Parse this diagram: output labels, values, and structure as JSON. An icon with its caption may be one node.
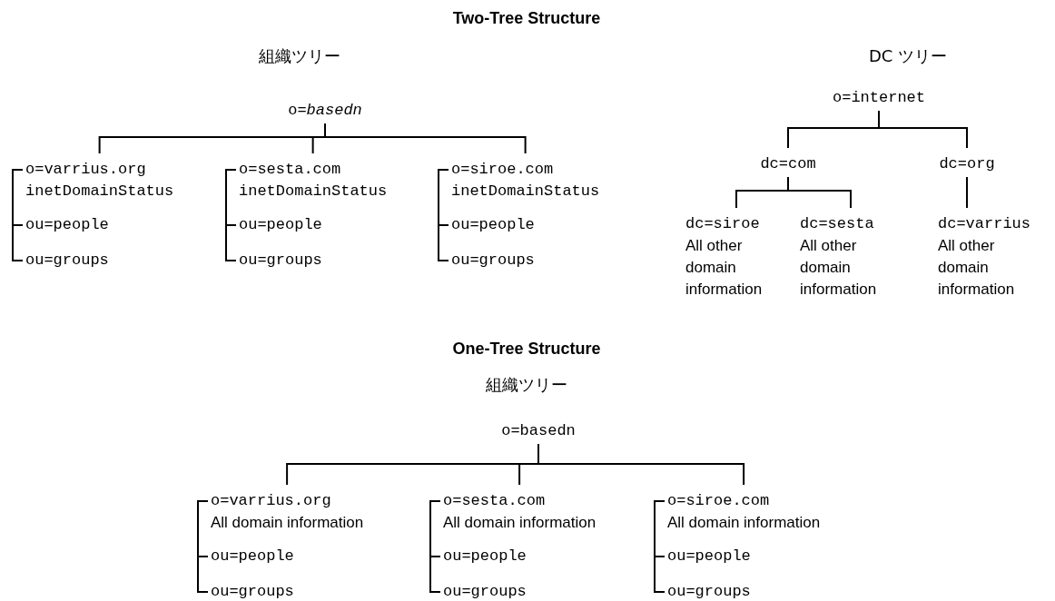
{
  "diagram": {
    "title": "Two-Tree Structure",
    "nodes": [
      {
        "text": [
          "o=*basedn*"
        ]
      },
      {
        "text": [
          "o=varrius.org",
          "inetDomainStatus"
        ]
      },
      {
        "text": [
          "ou=people"
        ]
      },
      {
        "text": [
          "ou=groups"
        ]
      },
      {
        "text": [
          "o=sesta.com",
          "inetDomainStatus"
        ]
      },
      {
        "text": [
          "ou=people"
        ]
      },
      {
        "text": [
          "ou=groups"
        ]
      },
      {
        "text": [
          "o=siroe.com",
          "inetDomainStatus"
        ]
      },
      {
        "text": [
          "ou=people"
        ]
      },
      {
        "text": [
          "ou=groups"
        ]
      },
      {
        "text": [
          "o=internet"
        ]
      },
      {
        "text": [
          "dc=com"
        ]
      },
      {
        "text": [
          "dc=org"
        ]
      },
      {
        "text": [
          "dc=siroe",
          "All other domain information"
        ]
      },
      {
        "text": [
          "dc=sesta",
          "All other domain information"
        ]
      },
      {
        "text": [
          "dc=varrius",
          "All other domain information"
        ]
      },
      {
        "text": [
          "o=basedn"
        ]
      },
      {
        "text": [
          "o=varrius.org",
          "All domain information"
        ]
      },
      {
        "text": [
          "ou=people"
        ]
      },
      {
        "text": [
          "ou=groups"
        ]
      },
      {
        "text": [
          "o=sesta.com",
          "All domain information"
        ]
      },
      {
        "text": [
          "ou=people"
        ]
      },
      {
        "text": [
          "ou=groups"
        ]
      },
      {
        "text": [
          "o=siroe.com",
          "All domain information"
        ]
      },
      {
        "text": [
          "ou=people"
        ]
      },
      {
        "text": [
          "ou=groups"
        ]
      }
    ],
    "edges": [
      {
        "from": 0,
        "to": 1,
        "arrow": "none"
      },
      {
        "from": 0,
        "to": 4,
        "arrow": "none"
      },
      {
        "from": 0,
        "to": 7,
        "arrow": "none"
      },
      {
        "from": 1,
        "to": 2,
        "arrow": "none"
      },
      {
        "from": 1,
        "to": 3,
        "arrow": "none"
      },
      {
        "from": 4,
        "to": 5,
        "arrow": "none"
      },
      {
        "from": 4,
        "to": 6,
        "arrow": "none"
      },
      {
        "from": 7,
        "to": 8,
        "arrow": "none"
      },
      {
        "from": 7,
        "to": 9,
        "arrow": "none"
      },
      {
        "from": 10,
        "to": 11,
        "arrow": "none"
      },
      {
        "from": 10,
        "to": 12,
        "arrow": "none"
      },
      {
        "from": 11,
        "to": 13,
        "arrow": "none"
      },
      {
        "from": 11,
        "to": 14,
        "arrow": "none"
      },
      {
        "from": 12,
        "to": 15,
        "arrow": "none"
      },
      {
        "from": 16,
        "to": 17,
        "arrow": "none"
      },
      {
        "from": 16,
        "to": 20,
        "arrow": "none"
      },
      {
        "from": 16,
        "to": 23,
        "arrow": "none"
      },
      {
        "from": 17,
        "to": 18,
        "arrow": "none"
      },
      {
        "from": 17,
        "to": 19,
        "arrow": "none"
      },
      {
        "from": 20,
        "to": 21,
        "arrow": "none"
      },
      {
        "from": 20,
        "to": 22,
        "arrow": "none"
      },
      {
        "from": 23,
        "to": 24,
        "arrow": "none"
      },
      {
        "from": 23,
        "to": 25,
        "arrow": "none"
      }
    ],
    "labels": [
      "組織ツリー",
      "DC ツリー",
      "One-Tree Structure",
      "組織ツリー"
    ]
  }
}
